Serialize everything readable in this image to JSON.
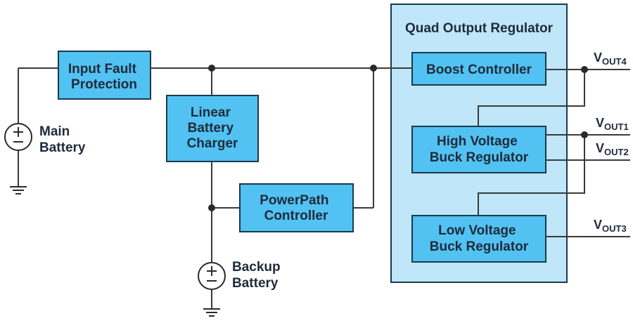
{
  "blocks": {
    "input_fault": [
      "Input Fault",
      "Protection"
    ],
    "charger": [
      "Linear",
      "Battery",
      "Charger"
    ],
    "powerpath": [
      "PowerPath",
      "Controller"
    ],
    "boost": [
      "Boost Controller"
    ],
    "hv_buck": [
      "High Voltage",
      "Buck Regulator"
    ],
    "lv_buck": [
      "Low Voltage",
      "Buck Regulator"
    ]
  },
  "regulator_panel": {
    "title": "Quad Output Regulator"
  },
  "sources": {
    "main_battery": [
      "Main",
      "Battery"
    ],
    "backup_battery": [
      "Backup",
      "Battery"
    ]
  },
  "outputs": {
    "vout4": {
      "main": "V",
      "sub": "OUT4"
    },
    "vout1": {
      "main": "V",
      "sub": "OUT1"
    },
    "vout2": {
      "main": "V",
      "sub": "OUT2"
    },
    "vout3": {
      "main": "V",
      "sub": "OUT3"
    }
  },
  "colors": {
    "block_fill": "#52c2f2",
    "panel_fill": "#bfe6f9",
    "wire": "#3a3a3a"
  }
}
